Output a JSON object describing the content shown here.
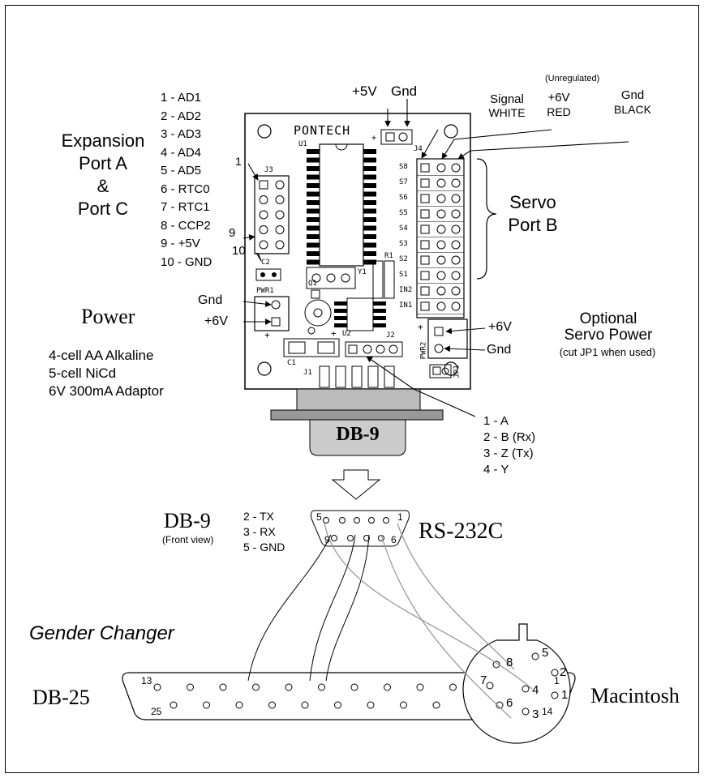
{
  "board": {
    "brand": "PONTECH",
    "refs": {
      "u1": "U1",
      "j3": "J3",
      "j4": "J4",
      "c2": "C2",
      "y1": "Y1",
      "r1": "R1",
      "q1": "Q1",
      "pwr1": "PWR1",
      "u2": "U2",
      "j2": "J2",
      "c1": "C1",
      "j1": "J1",
      "pwr2": "PWR2",
      "jp1": "JP1"
    },
    "plus": "+",
    "servo_rows": [
      "S8",
      "S7",
      "S6",
      "S5",
      "S4",
      "S3",
      "S2",
      "S1",
      "IN2",
      "IN1"
    ],
    "j3_pin1": "1",
    "j3_pin9": "9",
    "j3_pin10": "10"
  },
  "top_power": {
    "plus5v": "+5V",
    "gnd": "Gnd"
  },
  "servo_header": {
    "unregulated": "(Unregulated)",
    "signal": "Signal",
    "white": "WHITE",
    "plus6v": "+6V",
    "red": "RED",
    "gnd": "Gnd",
    "black": "BLACK"
  },
  "expansion": {
    "title": [
      "Expansion",
      "Port A",
      "&",
      "Port C"
    ],
    "pins": [
      "1 - AD1",
      "2 - AD2",
      "3 - AD3",
      "4 - AD4",
      "5 - AD5",
      "6 - RTC0",
      "7 - RTC1",
      "8 - CCP2",
      "9 - +5V",
      "10 - GND"
    ]
  },
  "servo_port": {
    "line1": "Servo",
    "line2": "Port B"
  },
  "power": {
    "title": "Power",
    "gnd": "Gnd",
    "plus6v": "+6V",
    "options": [
      "4-cell AA Alkaline",
      "5-cell NiCd",
      "6V 300mA Adaptor"
    ]
  },
  "optional_power": {
    "plus6v": "+6V",
    "gnd": "Gnd",
    "line1": "Optional",
    "line2": "Servo Power",
    "note": "(cut JP1 when used)"
  },
  "db9_board": {
    "label": "DB-9",
    "pins": [
      "1 - A",
      "2 - B (Rx)",
      "3 - Z (Tx)",
      "4 - Y"
    ]
  },
  "db9_front": {
    "title": "DB-9",
    "subtitle": "(Front view)",
    "pins": [
      "2 - TX",
      "3 - RX",
      "5 - GND"
    ],
    "pin5": "5",
    "pin1": "1",
    "pin9": "9",
    "pin6": "6"
  },
  "rs232": "RS-232C",
  "gender_changer": "Gender Changer",
  "db25": {
    "label": "DB-25",
    "pin13": "13",
    "pin1": "1",
    "pin25": "25",
    "pin14": "14"
  },
  "mac": {
    "label": "Macintosh",
    "pins": [
      "5",
      "2",
      "8",
      "4",
      "1",
      "7",
      "6",
      "3"
    ]
  }
}
